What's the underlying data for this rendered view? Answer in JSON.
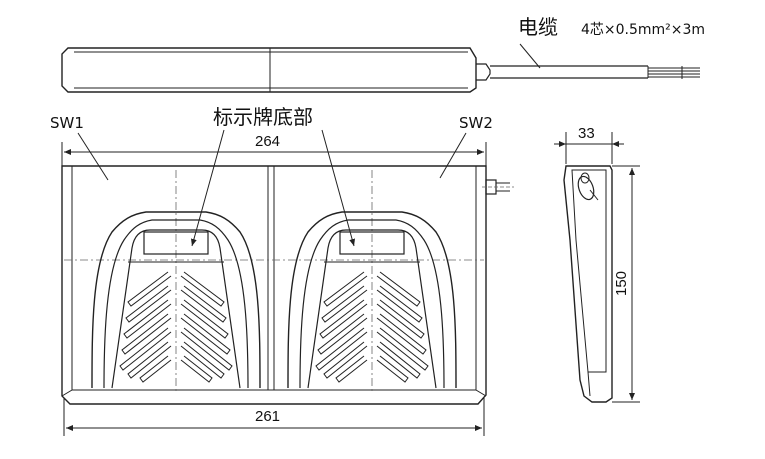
{
  "labels": {
    "cable": "电缆",
    "cable_spec": "4芯×0.5mm²×3m",
    "nameplate": "标示牌底部",
    "sw1": "SW1",
    "sw2": "SW2"
  },
  "dimensions": {
    "top_width": "264",
    "bottom_width": "261",
    "depth": "33",
    "height": "150"
  },
  "colors": {
    "line": "#222222",
    "background": "#ffffff"
  }
}
